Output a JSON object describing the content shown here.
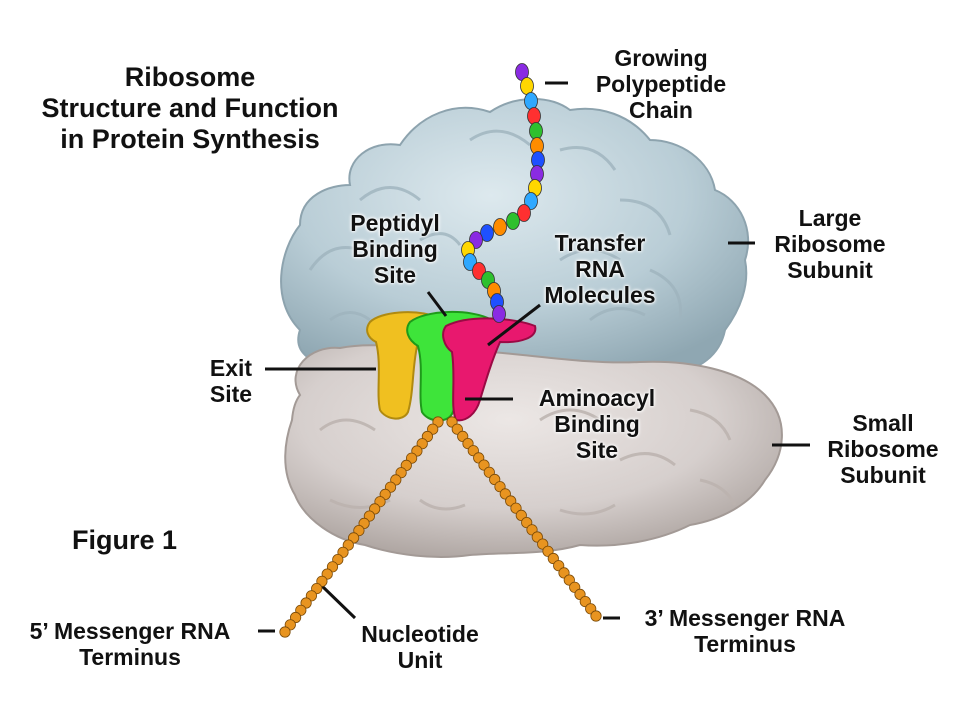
{
  "title": [
    "Ribosome",
    "Structure and Function",
    "in Protein Synthesis"
  ],
  "figure_label": "Figure 1",
  "labels": {
    "growing_chain": [
      "Growing",
      "Polypeptide",
      "Chain"
    ],
    "large_subunit": [
      "Large",
      "Ribosome",
      "Subunit"
    ],
    "small_subunit": [
      "Small",
      "Ribosome",
      "Subunit"
    ],
    "peptidyl_site": [
      "Peptidyl",
      "Binding",
      "Site"
    ],
    "trna_molecules": [
      "Transfer",
      "RNA",
      "Molecules"
    ],
    "exit_site": [
      "Exit",
      "Site"
    ],
    "aminoacyl_site": [
      "Aminoacyl",
      "Binding",
      "Site"
    ],
    "mrna_5": [
      "5’ Messenger RNA",
      "Terminus"
    ],
    "nucleotide_unit": [
      "Nucleotide",
      "Unit"
    ],
    "mrna_3": [
      "3’ Messenger RNA",
      "Terminus"
    ]
  },
  "colors": {
    "large_subunit": "#b9cdd6",
    "small_subunit": "#d6cfcd",
    "exit_trna": "#f0c020",
    "peptidyl_trna": "#3ee43a",
    "aminoacyl_trna": "#e8186e",
    "mrna": "#e89420",
    "chain_beads": [
      "#8a2be2",
      "#ffd700",
      "#2fa8ff",
      "#ff3030",
      "#2ec02e",
      "#ff8c00",
      "#1e50ff"
    ]
  }
}
